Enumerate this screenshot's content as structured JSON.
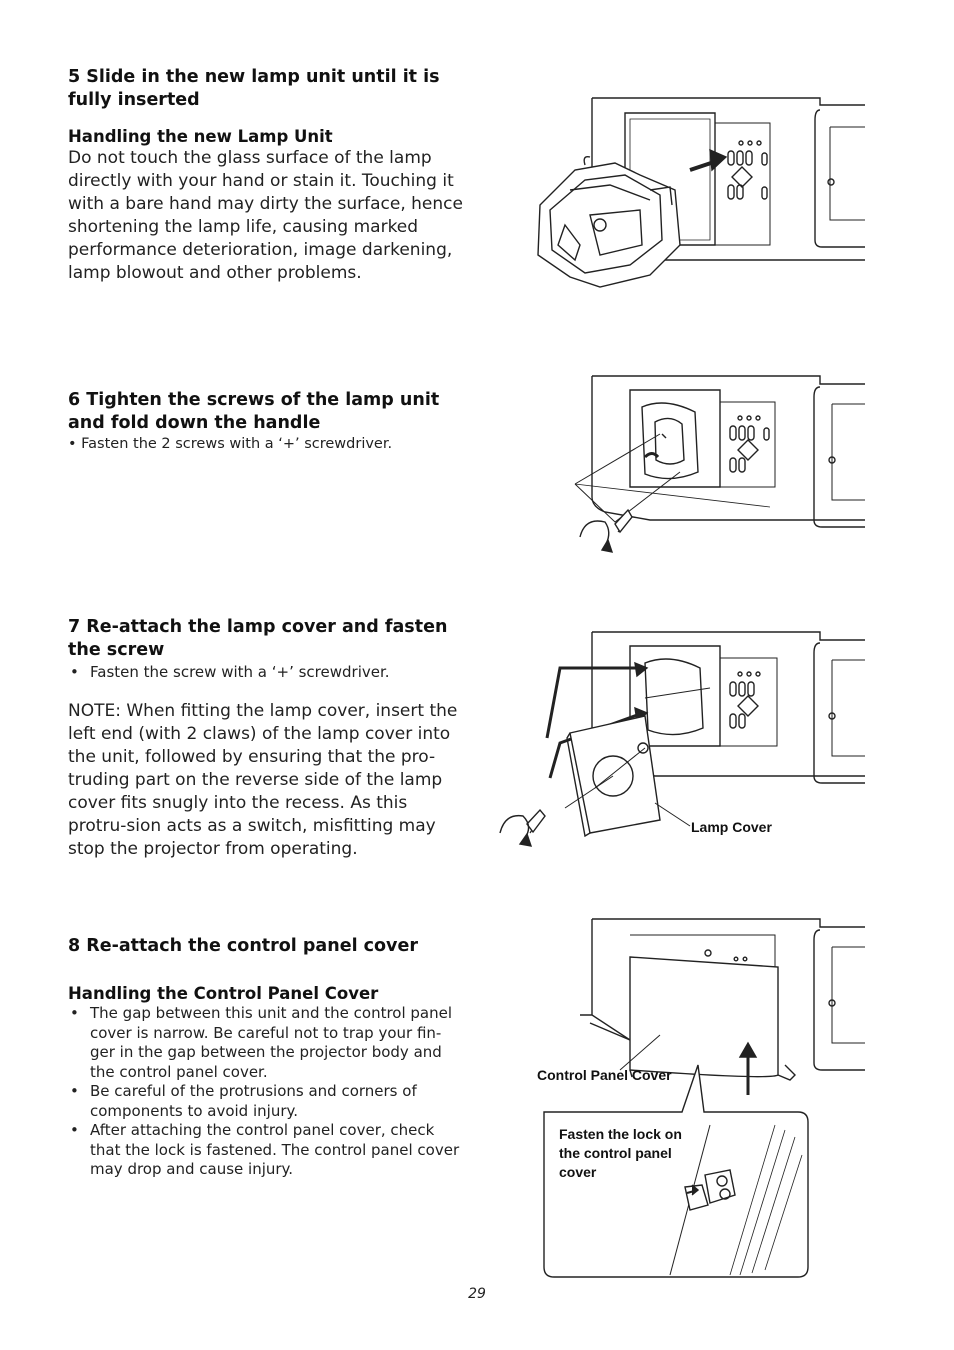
{
  "steps": {
    "step5": {
      "heading": "5 Slide in the new lamp unit until it is fully inserted",
      "subheading": "Handling the new Lamp Unit",
      "body": "Do not touch the glass surface of the lamp directly with your hand or stain it. Touching it with a bare hand may dirty the surface, hence shortening the lamp life, causing marked performance deterioration, image darkening, lamp blowout and other problems."
    },
    "step6": {
      "heading": "6 Tighten the screws of the lamp unit and fold down the handle",
      "note": "• Fasten the 2 screws with a ‘+’ screwdriver."
    },
    "step7": {
      "heading": "7 Re-attach the lamp cover and fasten the screw",
      "bullet": "Fasten the screw with a ‘+’ screwdriver.",
      "note": "NOTE: When fitting the lamp cover, insert the left end (with 2 claws) of the lamp cover into the unit, followed by ensuring that the pro-truding part on the reverse side of the lamp cover fits snugly into the recess. As this protru-sion acts as a switch, misfitting may stop the projector from operating."
    },
    "step8": {
      "heading": "8 Re-attach the control panel cover",
      "subheading": "Handling the Control Panel Cover",
      "bullets": [
        "The gap between this unit and the control panel cover is narrow. Be careful not to trap your fin-ger in the gap between the projector body and the control panel cover.",
        "Be careful of the protrusions and corners of components to avoid injury.",
        "After attaching the control panel cover, check that the lock is fastened. The control panel cover may drop and cause injury."
      ]
    }
  },
  "figures": {
    "lamp_cover_label": "Lamp Cover",
    "control_panel_cover_label": "Control Panel Cover",
    "lock_callout": "Fasten the lock on the control panel cover"
  },
  "page_number": "29"
}
